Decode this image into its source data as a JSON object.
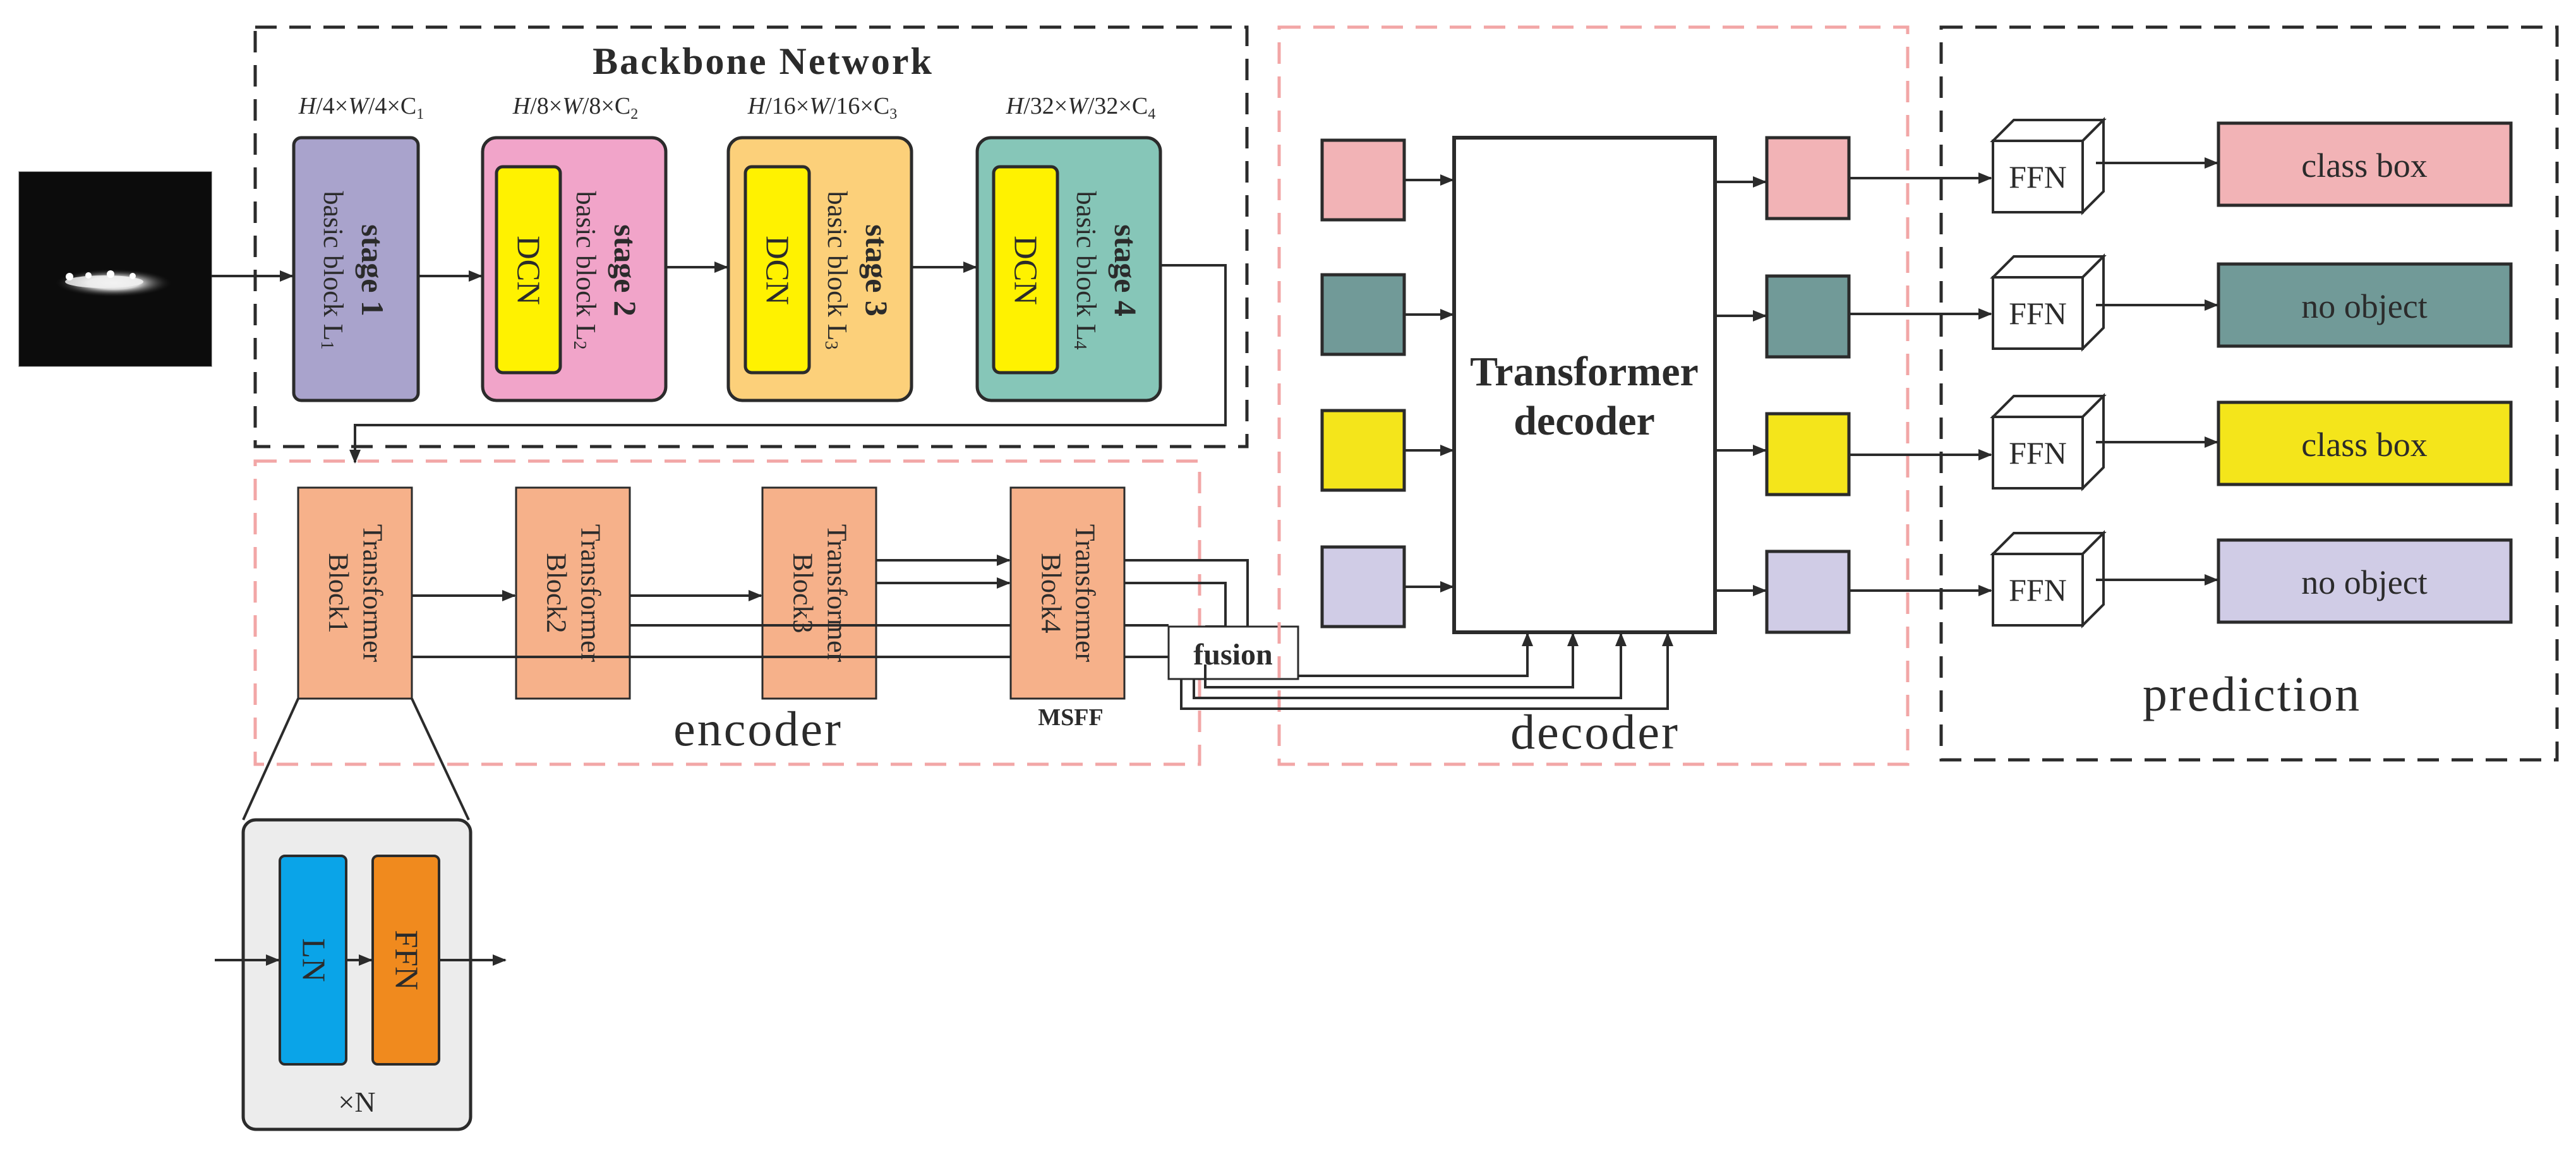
{
  "backbone": {
    "title": "Backbone Network",
    "stages": [
      {
        "dims_h": "H",
        "dims_mid": "/4×",
        "dims_w": "W",
        "dims_tail": "/4×C",
        "dims_sub": "1",
        "stage_label": "stage 1",
        "block_label": "basic block L",
        "block_sub": "1",
        "has_dcn": false,
        "color": "#a9a3cc"
      },
      {
        "dims_h": "H",
        "dims_mid": "/8×",
        "dims_w": "W",
        "dims_tail": "/8×C",
        "dims_sub": "2",
        "stage_label": "stage 2",
        "block_label": "basic block L",
        "block_sub": "2",
        "has_dcn": true,
        "color": "#f1a4c9"
      },
      {
        "dims_h": "H",
        "dims_mid": "/16×",
        "dims_w": "W",
        "dims_tail": "/16×C",
        "dims_sub": "3",
        "stage_label": "stage 3",
        "block_label": "basic block L",
        "block_sub": "3",
        "has_dcn": true,
        "color": "#fcd07a"
      },
      {
        "dims_h": "H",
        "dims_mid": "/32×",
        "dims_w": "W",
        "dims_tail": "/32×C",
        "dims_sub": "4",
        "stage_label": "stage 4",
        "block_label": "basic block L",
        "block_sub": "4",
        "has_dcn": true,
        "color": "#86c6b8"
      }
    ],
    "dcn_label": "DCN",
    "dcn_color": "#fff200"
  },
  "encoder": {
    "label": "encoder",
    "blocks": [
      {
        "line1": "Transformer",
        "line2": "Block1"
      },
      {
        "line1": "Transformer",
        "line2": "Block2"
      },
      {
        "line1": "Transformer",
        "line2": "Block3"
      },
      {
        "line1": "Transformer",
        "line2": "Block4"
      }
    ],
    "block_color": "#f6b18a",
    "fusion_label": "fusion",
    "msff_label": "MSFF"
  },
  "detail": {
    "ln_label": "LN",
    "ffn_label": "FFN",
    "repeat_label": "×N",
    "ln_color": "#0aa4e8",
    "ffn_color": "#f08a1e"
  },
  "decoder": {
    "label": "decoder",
    "core_line1": "Transformer",
    "core_line2": "decoder",
    "query_colors": [
      "#f2b3b6",
      "#719a98",
      "#f4e51b",
      "#d0cce6"
    ]
  },
  "prediction": {
    "label": "prediction",
    "ffn_label": "FFN",
    "outputs": [
      {
        "text": "class box",
        "color": "#f2b3b6"
      },
      {
        "text": "no object",
        "color": "#719a98"
      },
      {
        "text": "class box",
        "color": "#f4e51b"
      },
      {
        "text": "no object",
        "color": "#d0cce6"
      }
    ]
  }
}
